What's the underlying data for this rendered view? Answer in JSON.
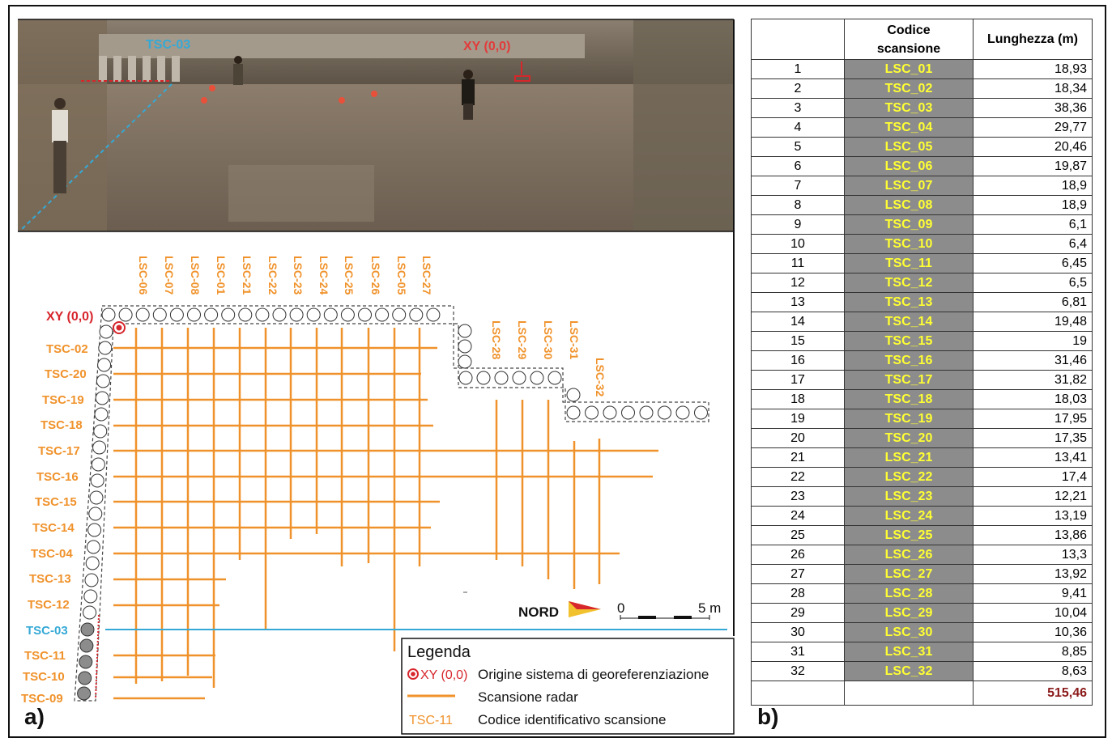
{
  "photo": {
    "label_tsc03": "TSC-03",
    "label_origin": "XY (0,0)"
  },
  "diagram": {
    "origin_label": "XY (0,0)",
    "top_labels": [
      "LSC-06",
      "LSC-07",
      "LSC-08",
      "LSC-01",
      "LSC-21",
      "LSC-22",
      "LSC-23",
      "LSC-24",
      "LSC-25",
      "LSC-26",
      "LSC-05",
      "LSC-27"
    ],
    "right_labels": [
      "LSC-28",
      "LSC-29",
      "LSC-30",
      "LSC-31",
      "LSC-32"
    ],
    "left_labels": [
      "TSC-02",
      "TSC-20",
      "TSC-19",
      "TSC-18",
      "TSC-17",
      "TSC-16",
      "TSC-15",
      "TSC-14",
      "TSC-04",
      "TSC-13",
      "TSC-12",
      "TSC-03",
      "TSC-11",
      "TSC-10",
      "TSC-09"
    ],
    "north_label": "NORD",
    "scale_zero": "0",
    "scale_max": "5 m",
    "panel_letter": "a)",
    "colors": {
      "scan": "#f0922b",
      "tsc03": "#35a9d6",
      "origin": "#d7262c"
    }
  },
  "legend": {
    "title": "Legenda",
    "origin_symbol_label": "XY (0,0)",
    "origin_desc": "Origine sistema di georeferenziazione",
    "scan_desc": "Scansione radar",
    "code_example": "TSC-11",
    "code_desc": "Codice identificativo scansione"
  },
  "table": {
    "panel_letter": "b)",
    "header_code": "Codice scansione",
    "header_length": "Lunghezza (m)",
    "rows": [
      {
        "n": "1",
        "code": "LSC_01",
        "len": "18,93"
      },
      {
        "n": "2",
        "code": "TSC_02",
        "len": "18,34"
      },
      {
        "n": "3",
        "code": "TSC_03",
        "len": "38,36"
      },
      {
        "n": "4",
        "code": "TSC_04",
        "len": "29,77"
      },
      {
        "n": "5",
        "code": "LSC_05",
        "len": "20,46"
      },
      {
        "n": "6",
        "code": "LSC_06",
        "len": "19,87"
      },
      {
        "n": "7",
        "code": "LSC_07",
        "len": "18,9"
      },
      {
        "n": "8",
        "code": "LSC_08",
        "len": "18,9"
      },
      {
        "n": "9",
        "code": "TSC_09",
        "len": "6,1"
      },
      {
        "n": "10",
        "code": "TSC_10",
        "len": "6,4"
      },
      {
        "n": "11",
        "code": "TSC_11",
        "len": "6,45"
      },
      {
        "n": "12",
        "code": "TSC_12",
        "len": "6,5"
      },
      {
        "n": "13",
        "code": "TSC_13",
        "len": "6,81"
      },
      {
        "n": "14",
        "code": "TSC_14",
        "len": "19,48"
      },
      {
        "n": "15",
        "code": "TSC_15",
        "len": "19"
      },
      {
        "n": "16",
        "code": "TSC_16",
        "len": "31,46"
      },
      {
        "n": "17",
        "code": "TSC_17",
        "len": "31,82"
      },
      {
        "n": "18",
        "code": "TSC_18",
        "len": "18,03"
      },
      {
        "n": "19",
        "code": "TSC_19",
        "len": "17,95"
      },
      {
        "n": "20",
        "code": "TSC_20",
        "len": "17,35"
      },
      {
        "n": "21",
        "code": "LSC_21",
        "len": "13,41"
      },
      {
        "n": "22",
        "code": "LSC_22",
        "len": "17,4"
      },
      {
        "n": "23",
        "code": "LSC_23",
        "len": "12,21"
      },
      {
        "n": "24",
        "code": "LSC_24",
        "len": "13,19"
      },
      {
        "n": "25",
        "code": "LSC_25",
        "len": "13,86"
      },
      {
        "n": "26",
        "code": "LSC_26",
        "len": "13,3"
      },
      {
        "n": "27",
        "code": "LSC_27",
        "len": "13,92"
      },
      {
        "n": "28",
        "code": "LSC_28",
        "len": "9,41"
      },
      {
        "n": "29",
        "code": "LSC_29",
        "len": "10,04"
      },
      {
        "n": "30",
        "code": "LSC_30",
        "len": "10,36"
      },
      {
        "n": "31",
        "code": "LSC_31",
        "len": "8,85"
      },
      {
        "n": "32",
        "code": "LSC_32",
        "len": "8,63"
      }
    ],
    "total": "515,46"
  }
}
